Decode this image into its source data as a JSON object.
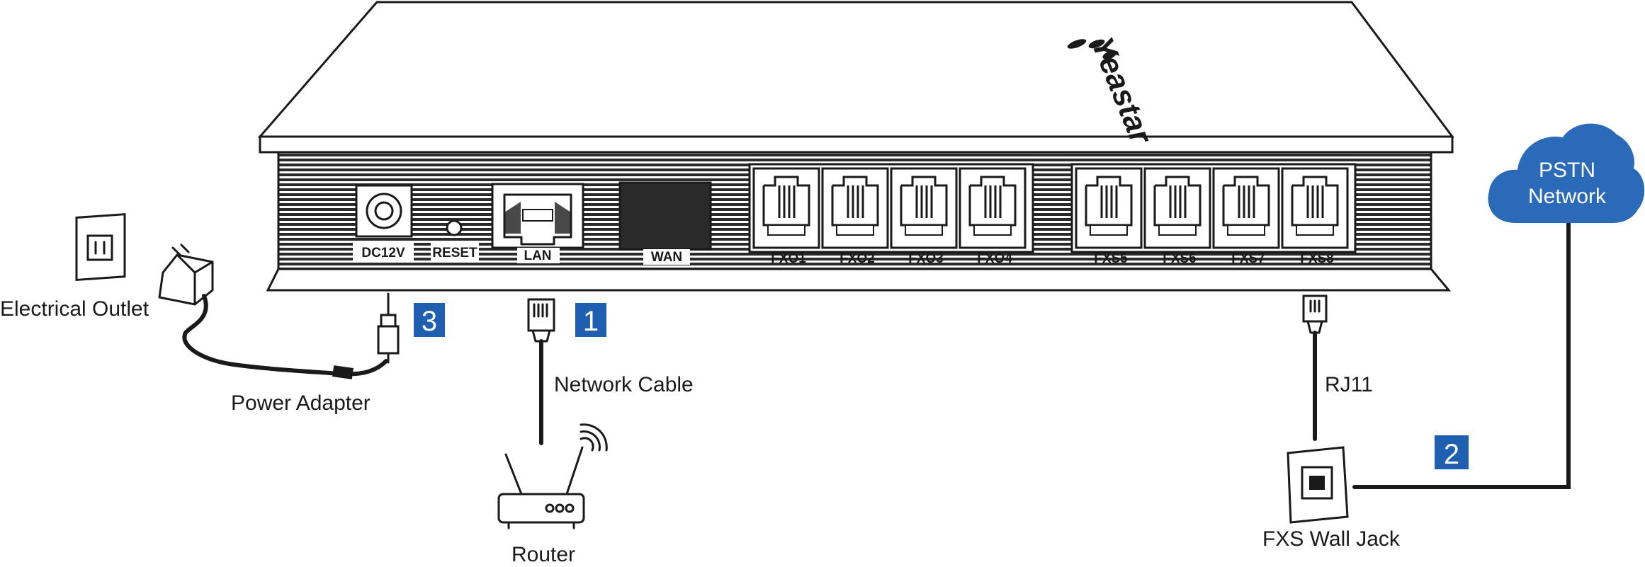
{
  "device": {
    "brand": "Yeastar",
    "ports": {
      "power": "DC12V",
      "reset": "RESET",
      "lan": "LAN",
      "wan": "WAN",
      "fxo": [
        "FXO1",
        "FXO2",
        "FXO3",
        "FXO4"
      ],
      "fxs": [
        "FXS5",
        "FXS6",
        "FXS7",
        "FXS8"
      ]
    }
  },
  "labels": {
    "electrical_outlet": "Electrical Outlet",
    "power_adapter": "Power Adapter",
    "network_cable": "Network Cable",
    "router": "Router",
    "rj11": "RJ11",
    "fxs_wall_jack": "FXS Wall Jack",
    "pstn_line1": "PSTN",
    "pstn_line2": "Network"
  },
  "steps": {
    "step1": "1",
    "step2": "2",
    "step3": "3"
  },
  "colors": {
    "step_badge": "#1f5fb0",
    "cloud": "#2a6ab8",
    "line": "#1a1a1a"
  }
}
